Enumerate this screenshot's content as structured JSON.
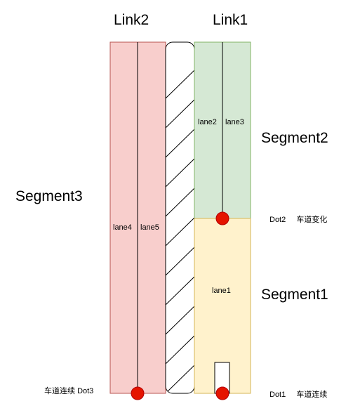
{
  "links": {
    "link2": "Link2",
    "link1": "Link1"
  },
  "segments": {
    "segment3": "Segment3",
    "segment2": "Segment2",
    "segment1": "Segment1"
  },
  "lanes": {
    "lane1": "lane1",
    "lane2": "lane2",
    "lane3": "lane3",
    "lane4": "lane4",
    "lane5": "lane5"
  },
  "dots": {
    "dot2": {
      "name": "Dot2",
      "note": "车道变化"
    },
    "dot1": {
      "name": "Dot1",
      "note": "车道连续"
    },
    "dot3": {
      "note": "车道连续",
      "name": "Dot3"
    }
  },
  "colors": {
    "link2_fill": "#f8cecc",
    "link2_stroke": "#b85450",
    "segment2_fill": "#d5e8d4",
    "segment2_stroke": "#82b366",
    "segment1_fill": "#fff2cc",
    "segment1_stroke": "#d6b656",
    "dot": "#e51400"
  }
}
